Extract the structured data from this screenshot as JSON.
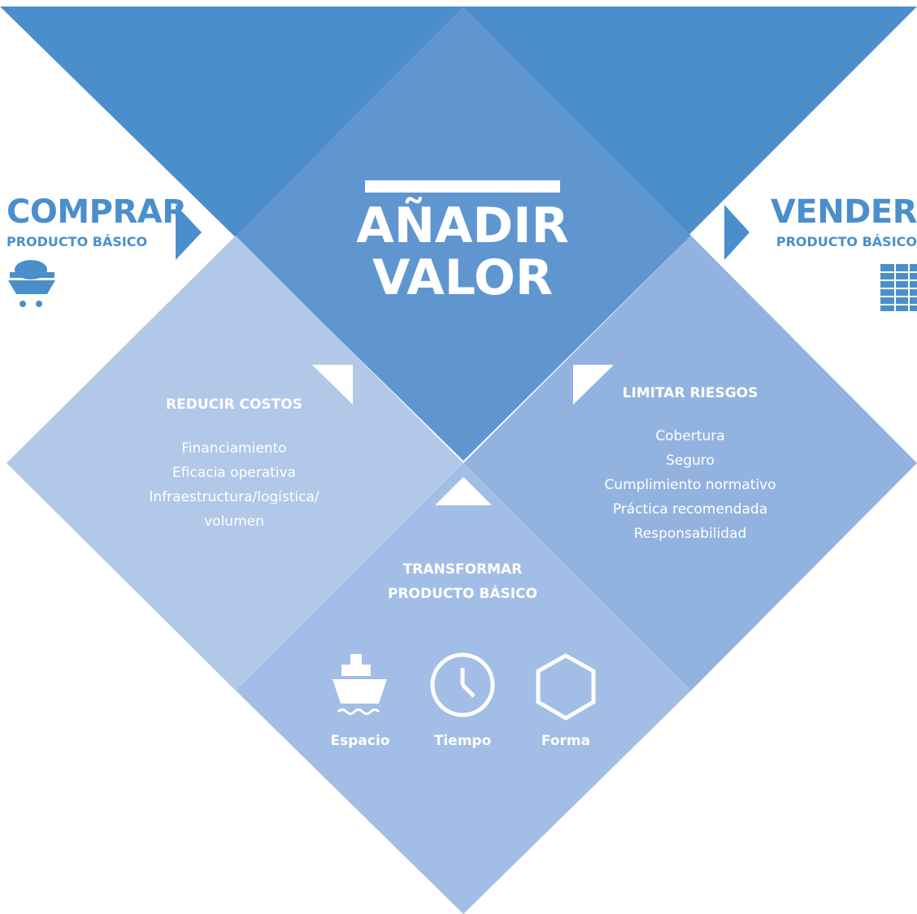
{
  "colors": {
    "dark_blue": "#4a8fcc",
    "center_blue": "#6096d0",
    "light_left": "#b1c8e9",
    "light_right": "#92b3e0",
    "light_bottom": "#a2bde6",
    "text_white": "#ffffff"
  },
  "buy": {
    "title": "COMPRAR",
    "subtitle": "PRODUCTO BÁSICO",
    "icon": "mine-cart-icon"
  },
  "sell": {
    "title": "VENDER",
    "subtitle": "PRODUCTO BÁSICO",
    "icon": "stacked-bars-icon"
  },
  "center": {
    "line1": "AÑADIR",
    "line2": "VALOR"
  },
  "reduce_costs": {
    "title": "REDUCIR COSTOS",
    "items": [
      "Financiamiento",
      "Eficacia operativa",
      "Infraestructura/logística/",
      "volumen"
    ]
  },
  "limit_risks": {
    "title": "LIMITAR RIESGOS",
    "items": [
      "Cobertura",
      "Seguro",
      "Cumplimiento normativo",
      "Práctica recomendada",
      "Responsabilidad"
    ]
  },
  "transform": {
    "title_line1": "TRANSFORMAR",
    "title_line2": "PRODUCTO BÁSICO",
    "icons": [
      {
        "label": "Espacio",
        "icon": "ship-icon"
      },
      {
        "label": "Tiempo",
        "icon": "clock-icon"
      },
      {
        "label": "Forma",
        "icon": "hexagon-icon"
      }
    ]
  }
}
